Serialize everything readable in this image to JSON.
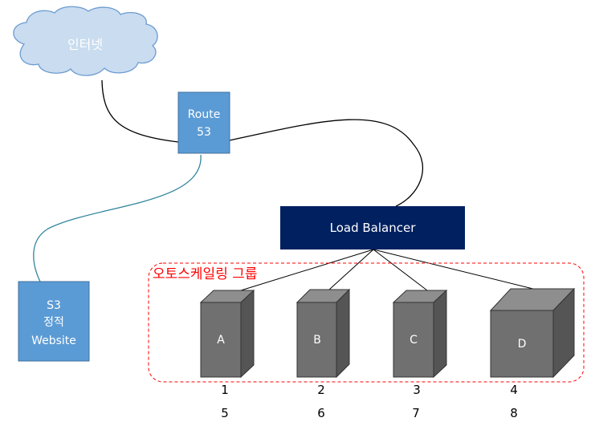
{
  "cloud": {
    "label": "인터넷"
  },
  "route53": {
    "line1": "Route",
    "line2": "53"
  },
  "s3": {
    "line1": "S3",
    "line2": "정적",
    "line3": "Website"
  },
  "load_balancer": {
    "label": "Load Balancer"
  },
  "autoscaling_group": {
    "label": "오토스케일링 그룹"
  },
  "servers": [
    {
      "label": "A",
      "numbers": [
        "1",
        "5"
      ]
    },
    {
      "label": "B",
      "numbers": [
        "2",
        "6"
      ]
    },
    {
      "label": "C",
      "numbers": [
        "3",
        "7"
      ]
    },
    {
      "label": "D",
      "numbers": [
        "4",
        "8"
      ]
    }
  ],
  "colors": {
    "cloud_fill": "#c9dcf0",
    "cloud_stroke": "#6c9bd0",
    "aws_box_blue": "#5b9bd5",
    "load_balancer_navy": "#002060",
    "group_border_red": "#ff0000",
    "server_front": "#707070",
    "server_top": "#8e8e8e",
    "server_side": "#555555",
    "s3_link_line": "#31859c"
  }
}
